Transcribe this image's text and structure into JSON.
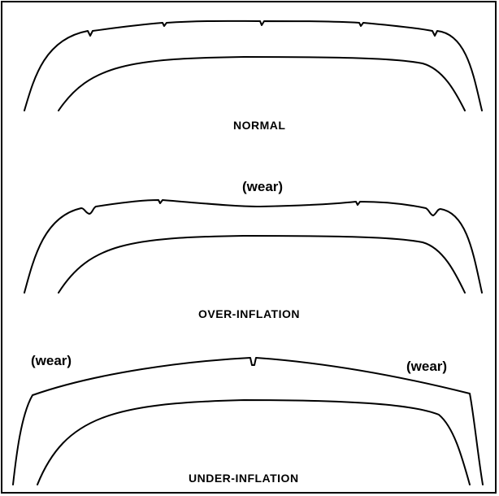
{
  "panels": {
    "normal": {
      "label": "NORMAL"
    },
    "over": {
      "label": "OVER-INFLATION",
      "wear": "(wear)"
    },
    "under": {
      "label": "UNDER-INFLATION",
      "wear_left": "(wear)",
      "wear_right": "(wear)"
    }
  }
}
